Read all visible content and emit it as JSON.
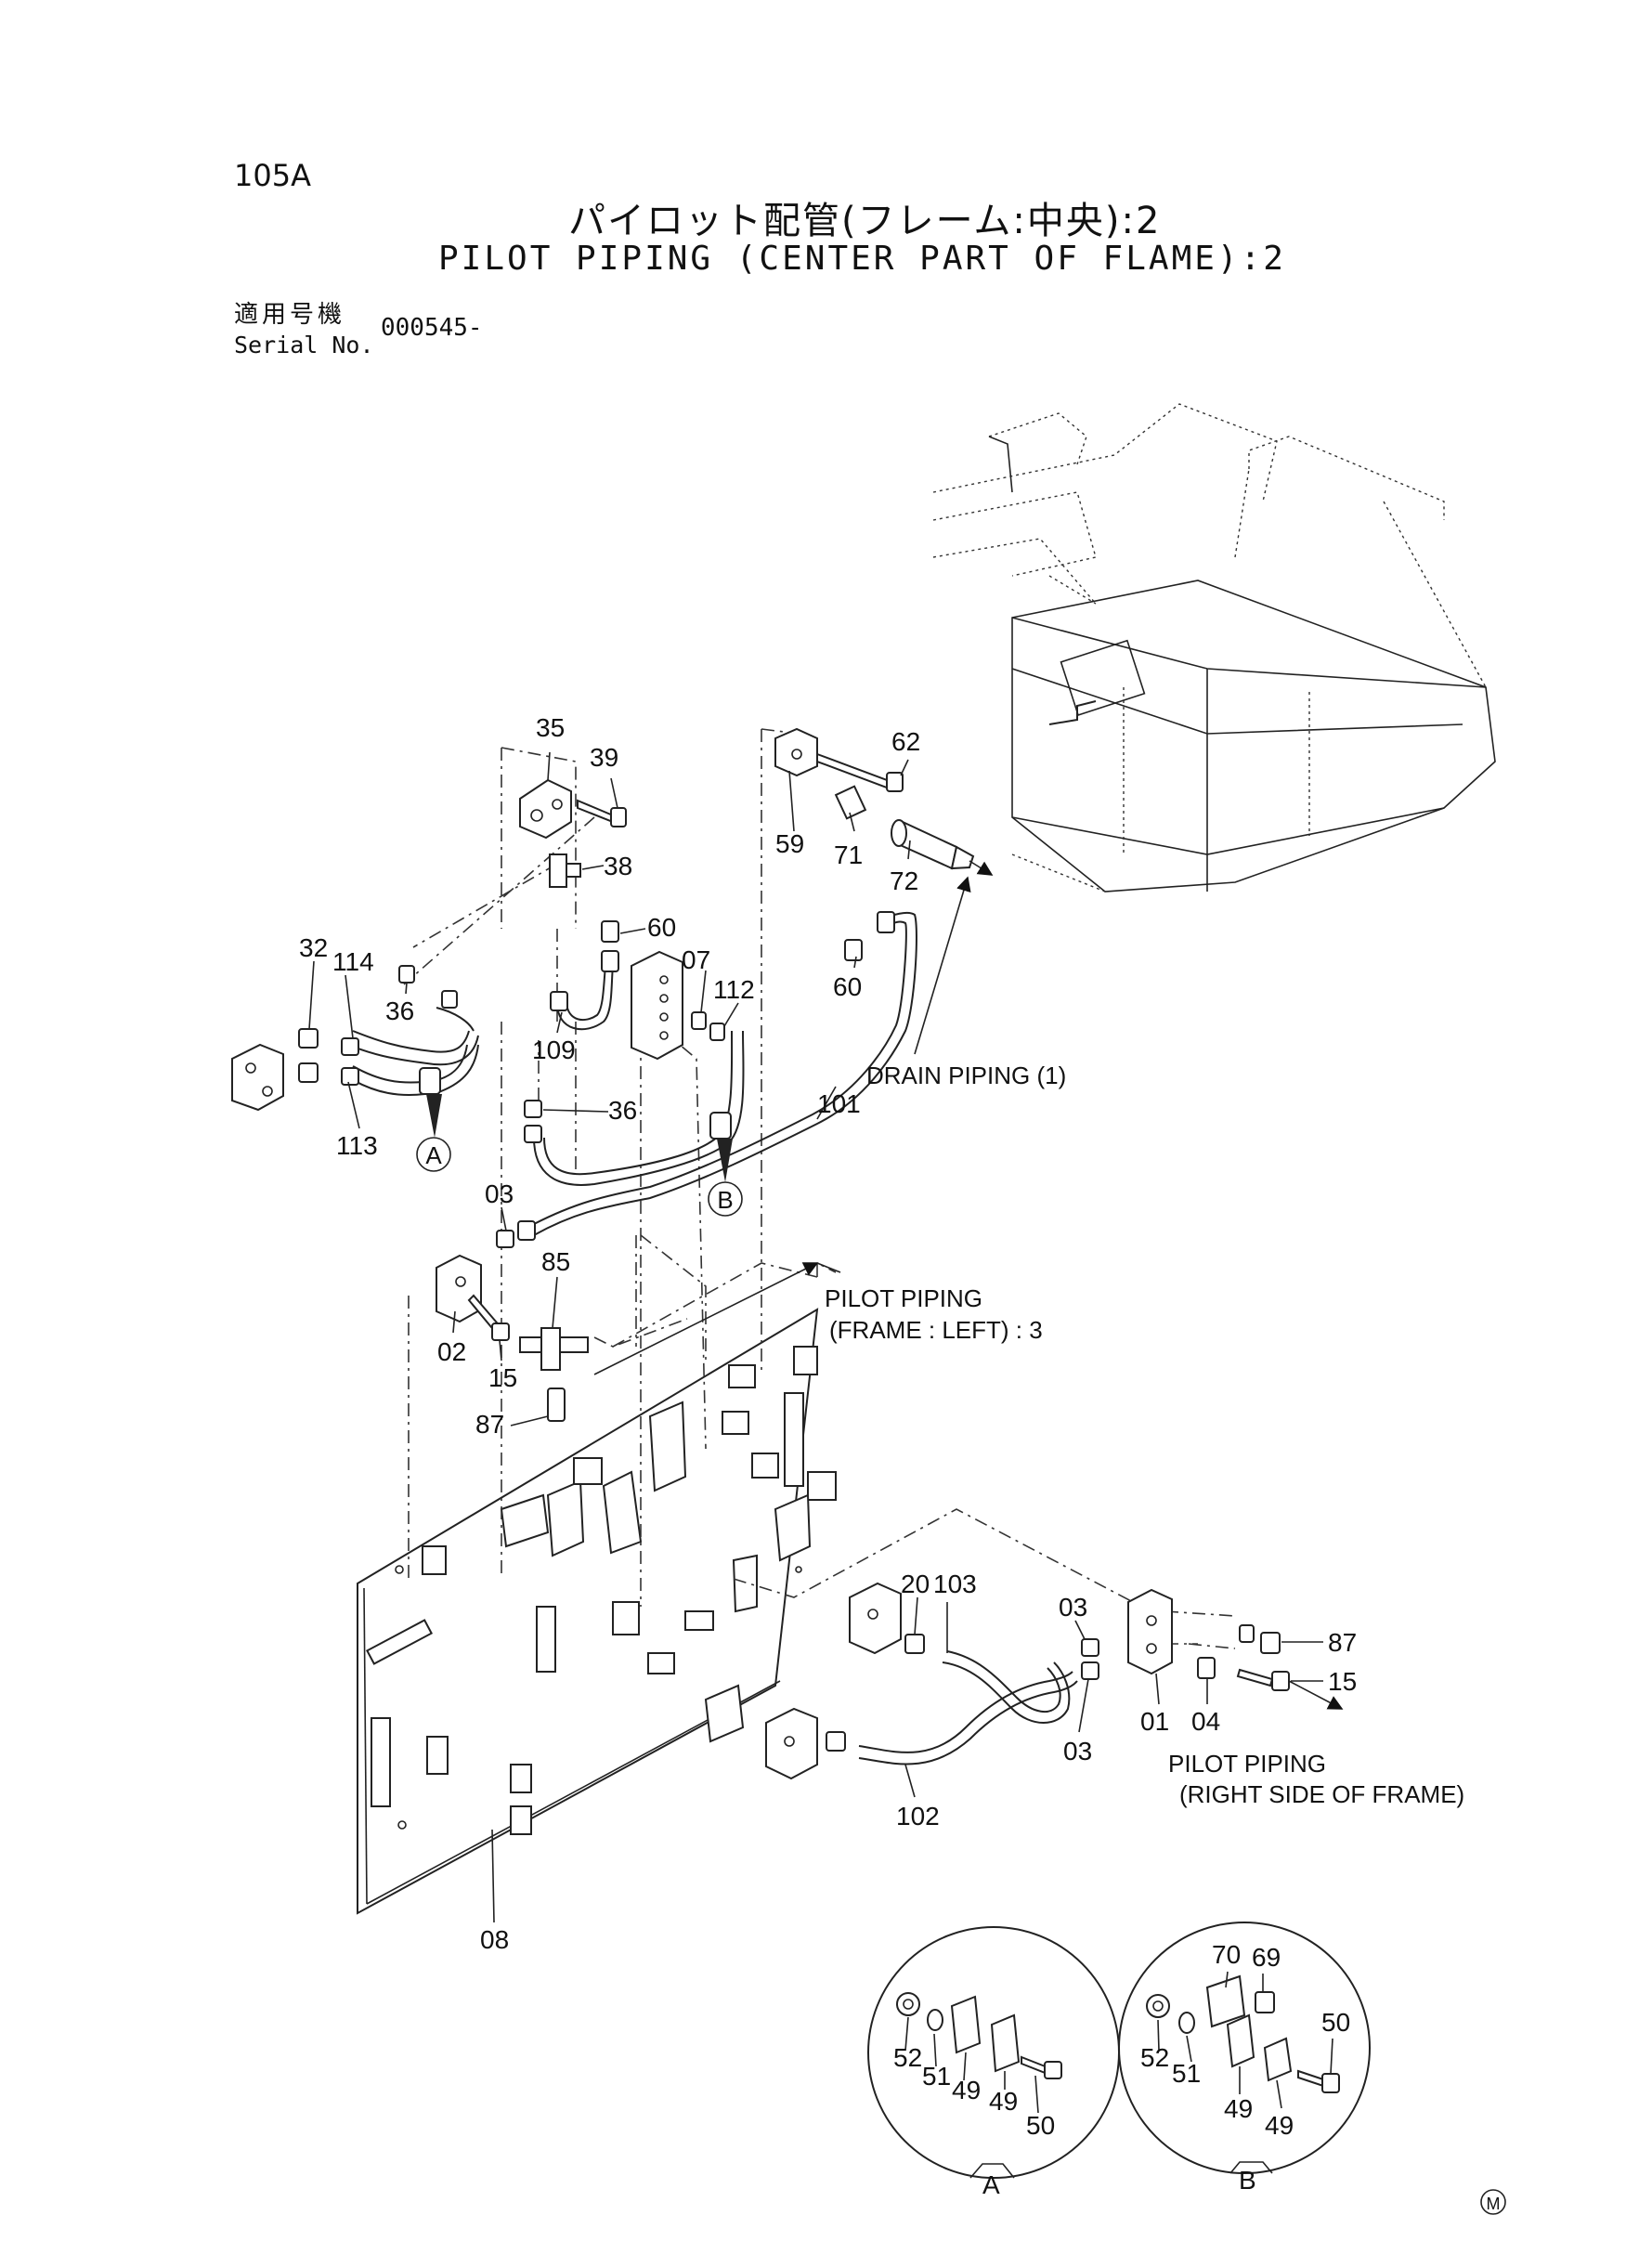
{
  "header": {
    "page_number": "105A",
    "title_jp": "パイロット配管(フレーム:中央):2",
    "title_en": "PILOT PIPING (CENTER PART OF FLAME):2",
    "serial_label_jp": "適用号機",
    "serial_label_en": "Serial No.",
    "serial_value": "000545-"
  },
  "callouts": {
    "drain_piping": "DRAIN PIPING (1)",
    "pilot_left_1": "PILOT PIPING",
    "pilot_left_2": "(FRAME : LEFT) : 3",
    "pilot_right_1": "PILOT PIPING",
    "pilot_right_2": "(RIGHT SIDE OF FRAME)"
  },
  "detail_views": {
    "a": "A",
    "b": "B"
  },
  "parts": {
    "p35": "35",
    "p39": "39",
    "p38": "38",
    "p62": "62",
    "p59": "59",
    "p71": "71",
    "p72": "72",
    "p60a": "60",
    "p60b": "60",
    "p07": "07",
    "p112": "112",
    "p109": "109",
    "p36a": "36",
    "p36b": "36",
    "p32": "32",
    "p114": "114",
    "p113": "113",
    "p101": "101",
    "p03a": "03",
    "p85": "85",
    "p02": "02",
    "p15a": "15",
    "p87a": "87",
    "p20": "20",
    "p103": "103",
    "p03b": "03",
    "p03c": "03",
    "p01": "01",
    "p04": "04",
    "p87b": "87",
    "p15b": "15",
    "p102": "102",
    "p08": "08",
    "a52": "52",
    "a51": "51",
    "a49a": "49",
    "a49b": "49",
    "a50": "50",
    "b70": "70",
    "b69": "69",
    "b52": "52",
    "b51": "51",
    "b50": "50",
    "b49a": "49",
    "b49b": "49"
  },
  "markers": {
    "ref_a": "A",
    "ref_b": "B",
    "maker": "M"
  }
}
